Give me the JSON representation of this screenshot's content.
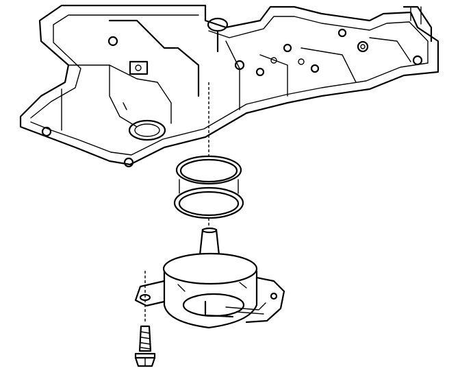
{
  "diagram": {
    "components": [
      {
        "name": "transmission-case-underside"
      },
      {
        "name": "o-ring-seals"
      },
      {
        "name": "filter-housing"
      },
      {
        "name": "bolt"
      }
    ],
    "colors": {
      "line": "#000000",
      "background": "#ffffff"
    }
  }
}
